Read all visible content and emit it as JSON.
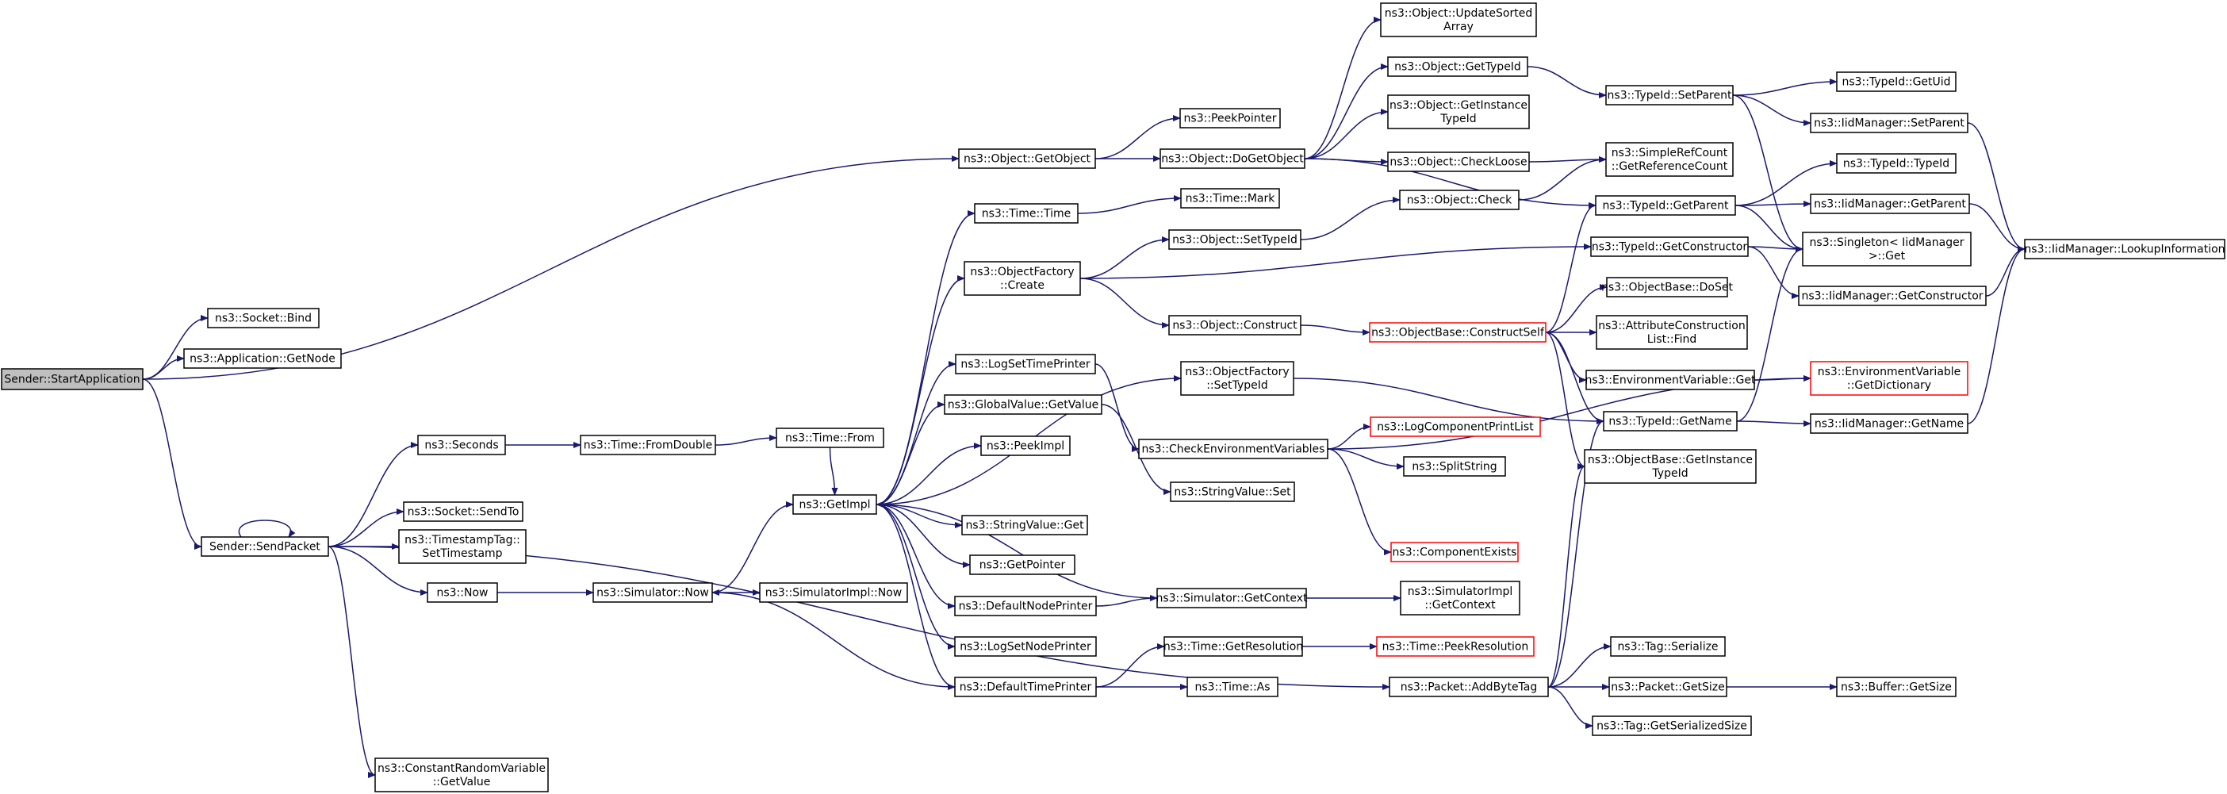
{
  "colors": {
    "edge": "#191970",
    "node_border": "#000000",
    "red_border": "#ff0000",
    "root_fill": "#bfbfbf",
    "node_fill": "#ffffff"
  },
  "nodes": [
    {
      "id": "start_app",
      "lines": [
        "Sender::StartApplication"
      ],
      "style": "root"
    },
    {
      "id": "socket_bind",
      "lines": [
        "ns3::Socket::Bind"
      ]
    },
    {
      "id": "app_getnode",
      "lines": [
        "ns3::Application::GetNode"
      ]
    },
    {
      "id": "send_packet",
      "lines": [
        "Sender::SendPacket"
      ]
    },
    {
      "id": "seconds",
      "lines": [
        "ns3::Seconds"
      ]
    },
    {
      "id": "sendto",
      "lines": [
        "ns3::Socket::SendTo"
      ]
    },
    {
      "id": "ts_tag",
      "lines": [
        "ns3::TimestampTag::",
        "SetTimestamp"
      ]
    },
    {
      "id": "now",
      "lines": [
        "ns3::Now"
      ]
    },
    {
      "id": "crv_getvalue",
      "lines": [
        "ns3::ConstantRandomVariable",
        "::GetValue"
      ]
    },
    {
      "id": "fromdouble",
      "lines": [
        "ns3::Time::FromDouble"
      ]
    },
    {
      "id": "sim_now",
      "lines": [
        "ns3::Simulator::Now"
      ]
    },
    {
      "id": "time_from",
      "lines": [
        "ns3::Time::From"
      ]
    },
    {
      "id": "getimpl",
      "lines": [
        "ns3::GetImpl"
      ]
    },
    {
      "id": "simimpl_now",
      "lines": [
        "ns3::SimulatorImpl::Now"
      ]
    },
    {
      "id": "obj_getobject",
      "lines": [
        "ns3::Object::GetObject"
      ]
    },
    {
      "id": "time_time",
      "lines": [
        "ns3::Time::Time"
      ]
    },
    {
      "id": "objfactory_create",
      "lines": [
        "ns3::ObjectFactory",
        "::Create"
      ]
    },
    {
      "id": "logsettimeprinter",
      "lines": [
        "ns3::LogSetTimePrinter"
      ]
    },
    {
      "id": "gv_getvalue",
      "lines": [
        "ns3::GlobalValue::GetValue"
      ]
    },
    {
      "id": "peekimpl",
      "lines": [
        "ns3::PeekImpl"
      ]
    },
    {
      "id": "stringvalue_get",
      "lines": [
        "ns3::StringValue::Get"
      ]
    },
    {
      "id": "getpointer",
      "lines": [
        "ns3::GetPointer"
      ]
    },
    {
      "id": "defaultnodeprinter",
      "lines": [
        "ns3::DefaultNodePrinter"
      ]
    },
    {
      "id": "logsetnodeprinter",
      "lines": [
        "ns3::LogSetNodePrinter"
      ]
    },
    {
      "id": "defaulttimeprinter",
      "lines": [
        "ns3::DefaultTimePrinter"
      ]
    },
    {
      "id": "peekpointer",
      "lines": [
        "ns3::PeekPointer"
      ]
    },
    {
      "id": "dogetobject",
      "lines": [
        "ns3::Object::DoGetObject"
      ]
    },
    {
      "id": "time_mark",
      "lines": [
        "ns3::Time::Mark"
      ]
    },
    {
      "id": "obj_settypeid",
      "lines": [
        "ns3::Object::SetTypeId"
      ]
    },
    {
      "id": "obj_construct",
      "lines": [
        "ns3::Object::Construct"
      ]
    },
    {
      "id": "objfactory_settypeid",
      "lines": [
        "ns3::ObjectFactory",
        "::SetTypeId"
      ]
    },
    {
      "id": "checkenv",
      "lines": [
        "ns3::CheckEnvironmentVariables"
      ]
    },
    {
      "id": "stringvalue_set",
      "lines": [
        "ns3::StringValue::Set"
      ]
    },
    {
      "id": "sim_getcontext",
      "lines": [
        "ns3::Simulator::GetContext"
      ]
    },
    {
      "id": "time_getres",
      "lines": [
        "ns3::Time::GetResolution"
      ]
    },
    {
      "id": "time_as",
      "lines": [
        "ns3::Time::As"
      ]
    },
    {
      "id": "obj_updatesorted",
      "lines": [
        "ns3::Object::UpdateSorted",
        "Array"
      ]
    },
    {
      "id": "obj_gettypeid",
      "lines": [
        "ns3::Object::GetTypeId"
      ]
    },
    {
      "id": "obj_getinstance",
      "lines": [
        "ns3::Object::GetInstance",
        "TypeId"
      ]
    },
    {
      "id": "obj_checkloose",
      "lines": [
        "ns3::Object::CheckLoose"
      ]
    },
    {
      "id": "obj_check",
      "lines": [
        "ns3::Object::Check"
      ]
    },
    {
      "id": "constructself",
      "lines": [
        "ns3::ObjectBase::ConstructSelf"
      ],
      "style": "red"
    },
    {
      "id": "logcomponentprintlist",
      "lines": [
        "ns3::LogComponentPrintList"
      ],
      "style": "red"
    },
    {
      "id": "splitstring",
      "lines": [
        "ns3::SplitString"
      ]
    },
    {
      "id": "componentexists",
      "lines": [
        "ns3::ComponentExists"
      ],
      "style": "red"
    },
    {
      "id": "simimpl_getcontext",
      "lines": [
        "ns3::SimulatorImpl",
        "::GetContext"
      ]
    },
    {
      "id": "time_peekres",
      "lines": [
        "ns3::Time::PeekResolution"
      ],
      "style": "red"
    },
    {
      "id": "packet_addbytetag",
      "lines": [
        "ns3::Packet::AddByteTag"
      ]
    },
    {
      "id": "typeid_setparent",
      "lines": [
        "ns3::TypeId::SetParent"
      ]
    },
    {
      "id": "simplerefcount",
      "lines": [
        "ns3::SimpleRefCount",
        "::GetReferenceCount"
      ]
    },
    {
      "id": "typeid_getparent",
      "lines": [
        "ns3::TypeId::GetParent"
      ]
    },
    {
      "id": "typeid_getconstructor",
      "lines": [
        "ns3::TypeId::GetConstructor"
      ]
    },
    {
      "id": "objbase_doset",
      "lines": [
        "ns3::ObjectBase::DoSet"
      ]
    },
    {
      "id": "attrconstruction",
      "lines": [
        "ns3::AttributeConstruction",
        "List::Find"
      ]
    },
    {
      "id": "envvar_get",
      "lines": [
        "ns3::EnvironmentVariable::Get"
      ]
    },
    {
      "id": "typeid_getname",
      "lines": [
        "ns3::TypeId::GetName"
      ]
    },
    {
      "id": "objbase_getinstance",
      "lines": [
        "ns3::ObjectBase::GetInstance",
        "TypeId"
      ]
    },
    {
      "id": "tag_serialize",
      "lines": [
        "ns3::Tag::Serialize"
      ]
    },
    {
      "id": "packet_getsize",
      "lines": [
        "ns3::Packet::GetSize"
      ]
    },
    {
      "id": "tag_getserializedsize",
      "lines": [
        "ns3::Tag::GetSerializedSize"
      ]
    },
    {
      "id": "typeid_getuid",
      "lines": [
        "ns3::TypeId::GetUid"
      ]
    },
    {
      "id": "iid_setparent",
      "lines": [
        "ns3::IidManager::SetParent"
      ]
    },
    {
      "id": "typeid_typeid",
      "lines": [
        "ns3::TypeId::TypeId"
      ]
    },
    {
      "id": "iid_getparent",
      "lines": [
        "ns3::IidManager::GetParent"
      ]
    },
    {
      "id": "singleton_get",
      "lines": [
        "ns3::Singleton< IidManager",
        " >::Get"
      ]
    },
    {
      "id": "iid_getconstructor",
      "lines": [
        "ns3::IidManager::GetConstructor"
      ]
    },
    {
      "id": "envvar_getdict",
      "lines": [
        "ns3::EnvironmentVariable",
        "::GetDictionary"
      ],
      "style": "red"
    },
    {
      "id": "iid_getname",
      "lines": [
        "ns3::IidManager::GetName"
      ]
    },
    {
      "id": "buffer_getsize",
      "lines": [
        "ns3::Buffer::GetSize"
      ]
    },
    {
      "id": "iid_lookupinfo",
      "lines": [
        "ns3::IidManager::LookupInformation"
      ]
    }
  ],
  "edges": [
    [
      "start_app",
      "socket_bind"
    ],
    [
      "start_app",
      "app_getnode"
    ],
    [
      "start_app",
      "send_packet"
    ],
    [
      "start_app",
      "obj_getobject"
    ],
    [
      "send_packet",
      "send_packet"
    ],
    [
      "send_packet",
      "seconds"
    ],
    [
      "send_packet",
      "sendto"
    ],
    [
      "send_packet",
      "ts_tag"
    ],
    [
      "send_packet",
      "now"
    ],
    [
      "send_packet",
      "crv_getvalue"
    ],
    [
      "send_packet",
      "packet_addbytetag"
    ],
    [
      "seconds",
      "fromdouble"
    ],
    [
      "fromdouble",
      "time_from"
    ],
    [
      "time_from",
      "getimpl"
    ],
    [
      "now",
      "sim_now"
    ],
    [
      "sim_now",
      "getimpl"
    ],
    [
      "sim_now",
      "simimpl_now"
    ],
    [
      "getimpl",
      "time_time"
    ],
    [
      "getimpl",
      "objfactory_create"
    ],
    [
      "getimpl",
      "objfactory_settypeid"
    ],
    [
      "getimpl",
      "logsettimeprinter"
    ],
    [
      "getimpl",
      "gv_getvalue"
    ],
    [
      "getimpl",
      "peekimpl"
    ],
    [
      "getimpl",
      "stringvalue_get"
    ],
    [
      "getimpl",
      "getpointer"
    ],
    [
      "getimpl",
      "defaultnodeprinter"
    ],
    [
      "getimpl",
      "logsetnodeprinter"
    ],
    [
      "getimpl",
      "defaulttimeprinter"
    ],
    [
      "obj_getobject",
      "peekpointer"
    ],
    [
      "obj_getobject",
      "dogetobject"
    ],
    [
      "time_time",
      "time_mark"
    ],
    [
      "objfactory_create",
      "obj_settypeid"
    ],
    [
      "objfactory_create",
      "obj_construct"
    ],
    [
      "objfactory_create",
      "typeid_getconstructor"
    ],
    [
      "logsettimeprinter",
      "checkenv"
    ],
    [
      "gv_getvalue",
      "stringvalue_set"
    ],
    [
      "defaultnodeprinter",
      "sim_getcontext"
    ],
    [
      "defaulttimeprinter",
      "time_getres"
    ],
    [
      "defaulttimeprinter",
      "time_as"
    ],
    [
      "defaulttimeprinter",
      "sim_now"
    ],
    [
      "sim_getcontext",
      "getimpl"
    ],
    [
      "sim_getcontext",
      "simimpl_getcontext"
    ],
    [
      "dogetobject",
      "obj_updatesorted"
    ],
    [
      "dogetobject",
      "obj_gettypeid"
    ],
    [
      "dogetobject",
      "obj_getinstance"
    ],
    [
      "dogetobject",
      "obj_checkloose"
    ],
    [
      "dogetobject",
      "typeid_getparent"
    ],
    [
      "obj_settypeid",
      "obj_check"
    ],
    [
      "obj_construct",
      "constructself"
    ],
    [
      "objfactory_settypeid",
      "typeid_getname"
    ],
    [
      "checkenv",
      "logcomponentprintlist"
    ],
    [
      "checkenv",
      "splitstring"
    ],
    [
      "checkenv",
      "componentexists"
    ],
    [
      "checkenv",
      "envvar_getdict"
    ],
    [
      "time_getres",
      "time_peekres"
    ],
    [
      "obj_gettypeid",
      "typeid_setparent"
    ],
    [
      "obj_checkloose",
      "simplerefcount"
    ],
    [
      "obj_check",
      "simplerefcount"
    ],
    [
      "constructself",
      "typeid_getparent"
    ],
    [
      "constructself",
      "objbase_doset"
    ],
    [
      "constructself",
      "attrconstruction"
    ],
    [
      "constructself",
      "envvar_get"
    ],
    [
      "constructself",
      "typeid_getname"
    ],
    [
      "constructself",
      "objbase_getinstance"
    ],
    [
      "packet_addbytetag",
      "typeid_getname"
    ],
    [
      "packet_addbytetag",
      "objbase_getinstance"
    ],
    [
      "packet_addbytetag",
      "tag_serialize"
    ],
    [
      "packet_addbytetag",
      "packet_getsize"
    ],
    [
      "packet_addbytetag",
      "tag_getserializedsize"
    ],
    [
      "typeid_setparent",
      "typeid_getuid"
    ],
    [
      "typeid_setparent",
      "iid_setparent"
    ],
    [
      "typeid_setparent",
      "singleton_get"
    ],
    [
      "typeid_getparent",
      "typeid_typeid"
    ],
    [
      "typeid_getparent",
      "iid_getparent"
    ],
    [
      "typeid_getparent",
      "singleton_get"
    ],
    [
      "typeid_getconstructor",
      "singleton_get"
    ],
    [
      "typeid_getconstructor",
      "iid_getconstructor"
    ],
    [
      "envvar_get",
      "envvar_getdict"
    ],
    [
      "typeid_getname",
      "singleton_get"
    ],
    [
      "typeid_getname",
      "iid_getname"
    ],
    [
      "packet_getsize",
      "buffer_getsize"
    ],
    [
      "iid_setparent",
      "iid_lookupinfo"
    ],
    [
      "iid_getparent",
      "iid_lookupinfo"
    ],
    [
      "iid_getconstructor",
      "iid_lookupinfo"
    ],
    [
      "iid_getname",
      "iid_lookupinfo"
    ]
  ]
}
